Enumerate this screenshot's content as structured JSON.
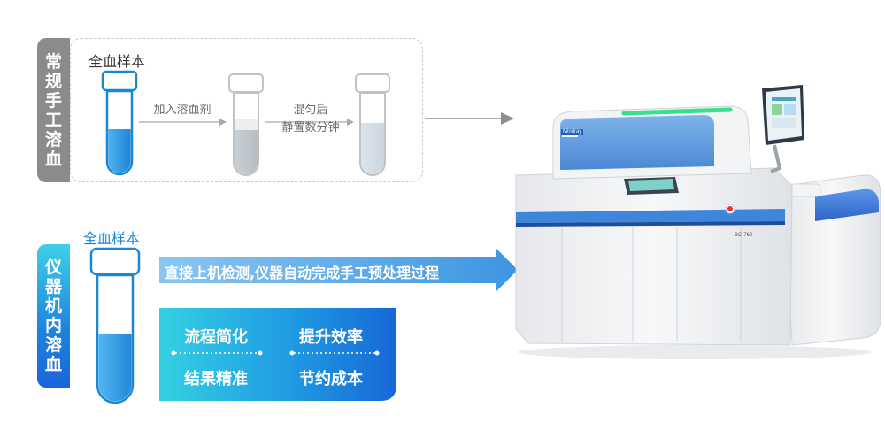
{
  "conventional": {
    "side_label": [
      "常",
      "规",
      "手",
      "工",
      "溶",
      "血"
    ],
    "sample_label": "全血样本",
    "step1_label": "加入溶血剂",
    "step2_label_line1": "混匀后",
    "step2_label_line2": "静置数分钟"
  },
  "onboard": {
    "side_label": [
      "仪",
      "器",
      "机",
      "内",
      "溶",
      "血"
    ],
    "sample_label": "全血样本",
    "arrow_text": "直接上机检测,仪器自动完成手工预处理过程",
    "benefits": [
      "流程简化",
      "提升效率",
      "结果精准",
      "节约成本"
    ]
  },
  "machine": {
    "logo_text": "Mindray",
    "model_text": "BC-760"
  },
  "colors": {
    "gray_label": "#8b8b8b",
    "blue_label_top": "#3fd0e6",
    "blue_label_bottom": "#1a66d9",
    "tube_blue": "#2e9be8",
    "arrow_blue": "#5aa7e8"
  }
}
